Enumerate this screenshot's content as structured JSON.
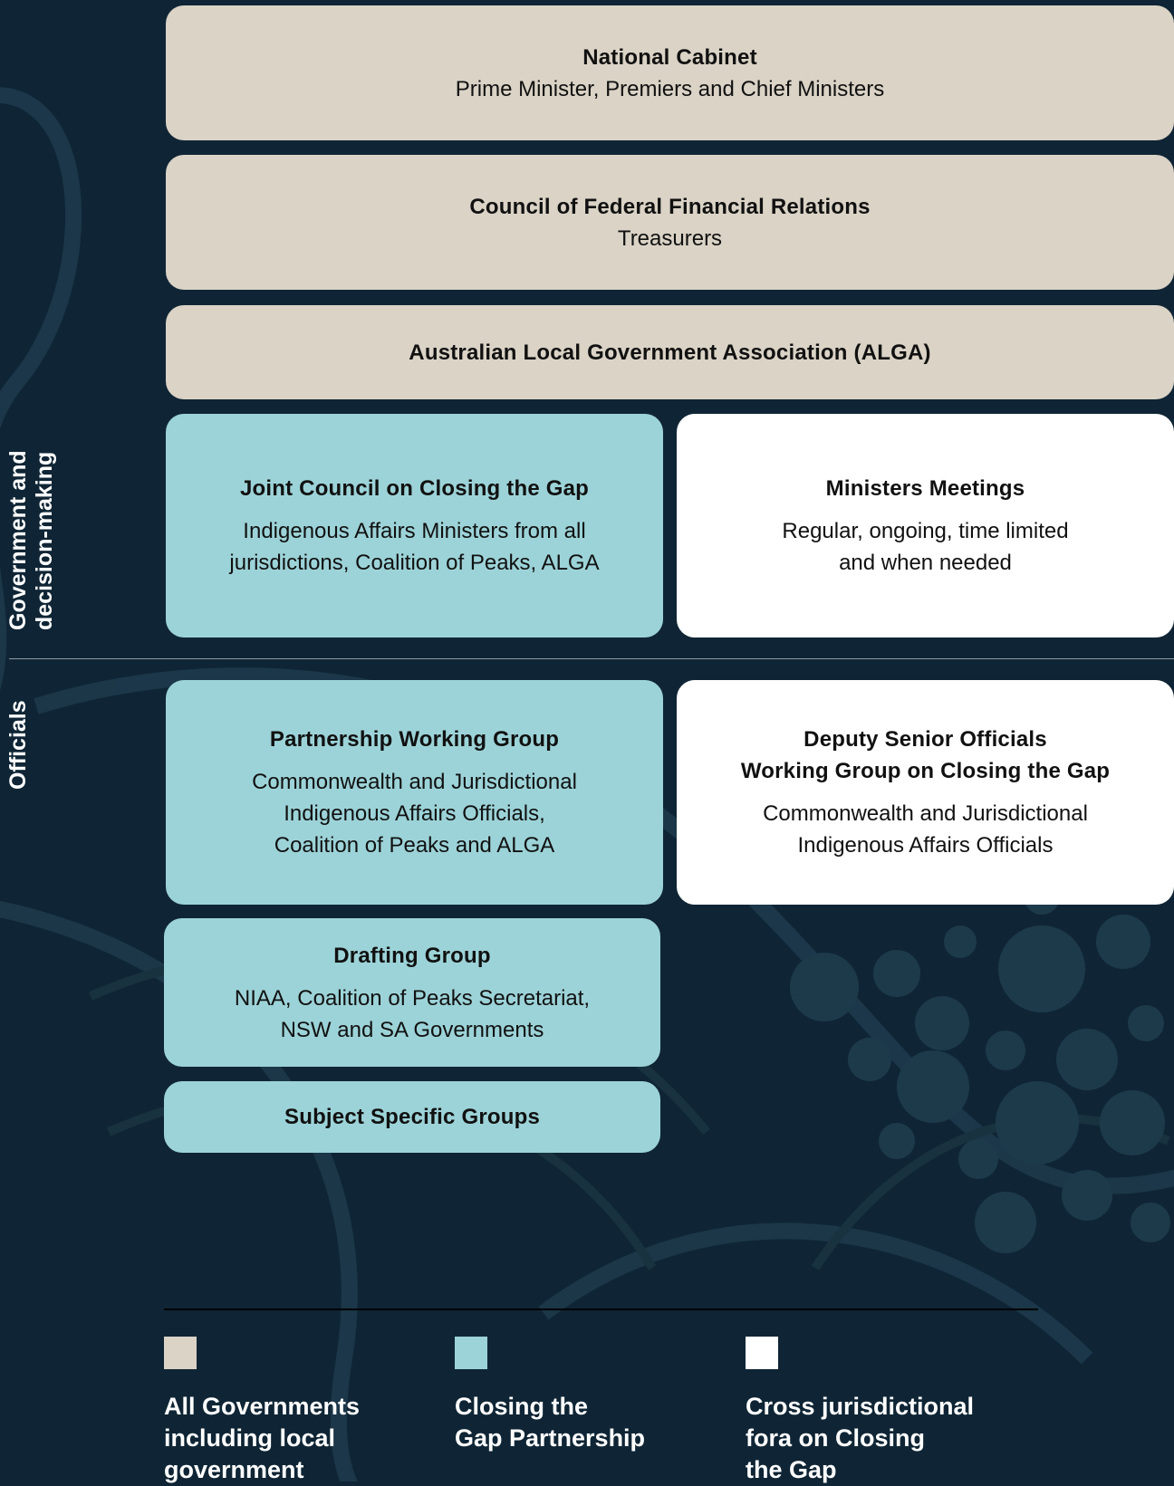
{
  "side_labels": {
    "government": [
      "Government and",
      "decision-making"
    ],
    "officials": "Officials"
  },
  "boxes": {
    "national_cabinet": {
      "title": "National Cabinet",
      "sub": "Prime Minister, Premiers and Chief Ministers"
    },
    "cffr": {
      "title": "Council of Federal Financial Relations",
      "sub": "Treasurers"
    },
    "alga": {
      "title": "Australian Local Government Association (ALGA)"
    },
    "joint_council": {
      "title": "Joint Council on Closing the Gap",
      "sub": [
        "Indigenous Affairs Ministers from all",
        "jurisdictions, Coalition of Peaks, ALGA"
      ]
    },
    "ministers_meetings": {
      "title": "Ministers Meetings",
      "sub": [
        "Regular, ongoing, time limited",
        "and when needed"
      ]
    },
    "partnership_wg": {
      "title": "Partnership Working Group",
      "sub": [
        "Commonwealth and Jurisdictional",
        "Indigenous Affairs Officials,",
        "Coalition of Peaks and ALGA"
      ]
    },
    "deputy_senior": {
      "title": [
        "Deputy Senior Officials",
        "Working Group on Closing the Gap"
      ],
      "sub": [
        "Commonwealth and Jurisdictional",
        "Indigenous Affairs Officials"
      ]
    },
    "drafting_group": {
      "title": "Drafting Group",
      "sub": [
        "NIAA, Coalition of Peaks Secretariat,",
        "NSW and SA Governments"
      ]
    },
    "subject_specific": {
      "title": "Subject Specific Groups"
    }
  },
  "legend": [
    {
      "color": "#dad3c6",
      "lines": [
        "All Governments",
        "including local",
        "government"
      ]
    },
    {
      "color": "#9cd3d8",
      "lines": [
        "Closing the",
        "Gap Partnership"
      ]
    },
    {
      "color": "#ffffff",
      "lines": [
        "Cross jurisdictional",
        "fora on Closing",
        "the Gap"
      ]
    }
  ],
  "colors": {
    "background": "#0f2535",
    "all_governments": "#dad3c6",
    "partnership": "#9cd3d8",
    "cross_jurisdictional": "#ffffff"
  }
}
